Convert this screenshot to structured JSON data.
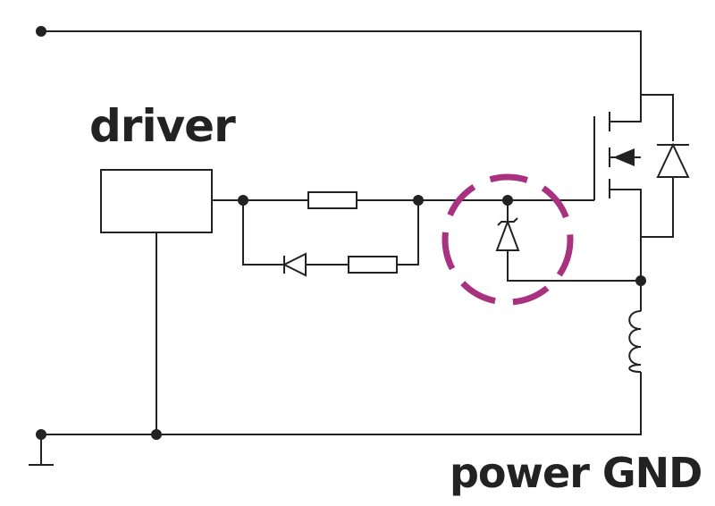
{
  "labels": {
    "driver": "driver",
    "power_gnd": "power GND"
  },
  "colors": {
    "wire": "#222222",
    "highlight_circle": "#a8327f",
    "background": "#ffffff"
  },
  "components": [
    "driver-block",
    "gate-resistor",
    "discharge-diode",
    "discharge-resistor",
    "tvs-zener-diode",
    "mosfet",
    "body-diode",
    "source-inductance",
    "ground-symbol"
  ],
  "highlight": "dashed-circle-around-zener"
}
